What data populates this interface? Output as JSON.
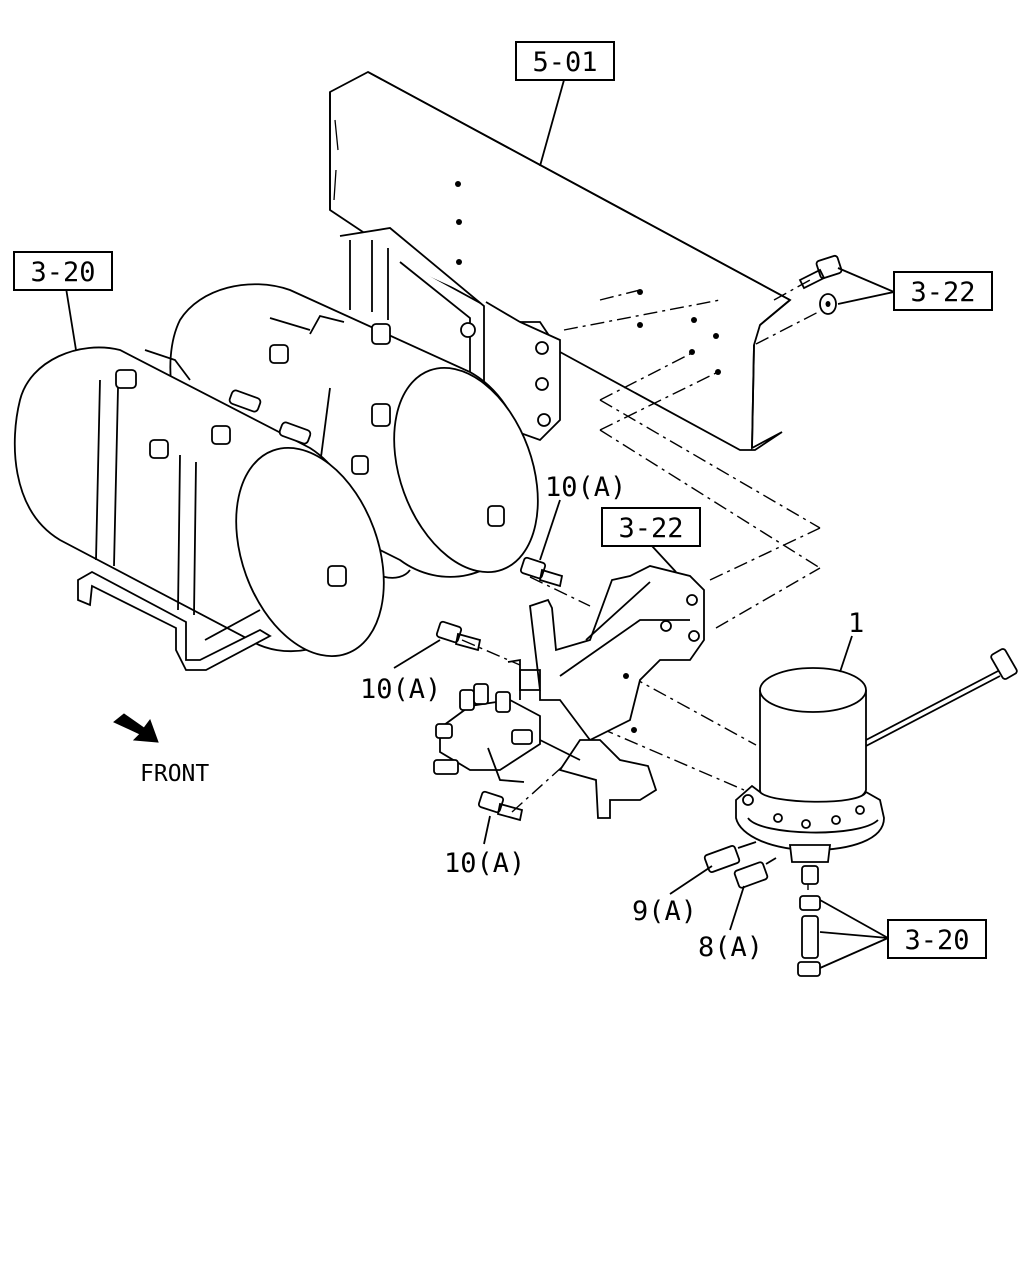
{
  "refs": {
    "frame": "5-01",
    "tanks": "3-20",
    "bolt_washer": "3-22",
    "bracket": "3-22",
    "fittings": "3-20"
  },
  "parts": {
    "dryer": "1",
    "connector_a": "9(A)",
    "connector_b": "8(A)",
    "bolt_top": "10(A)",
    "bolt_left": "10(A)",
    "bolt_bottom": "10(A)"
  },
  "direction": {
    "front_label": "FRONT",
    "arrow_icon": "front-arrow-icon"
  }
}
